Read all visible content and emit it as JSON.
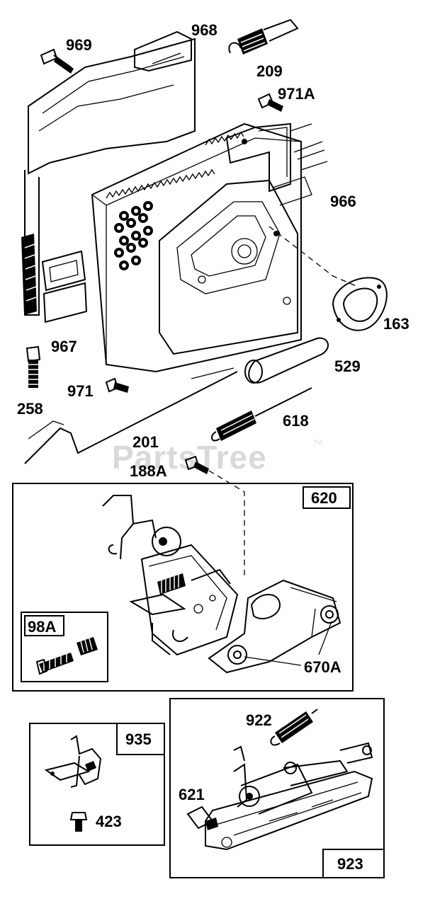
{
  "watermark": {
    "text": "PartsTree",
    "trademark": "TM"
  },
  "callouts": {
    "c969": "969",
    "c968": "968",
    "c209": "209",
    "c971A": "971A",
    "c966": "966",
    "c163": "163",
    "c967": "967",
    "c529": "529",
    "c258": "258",
    "c971": "971",
    "c618": "618",
    "c201": "201",
    "c188A": "188A",
    "c670A": "670A",
    "c922": "922",
    "c621": "621",
    "c423": "423"
  },
  "boxes": {
    "b620": "620",
    "b98A": "98A",
    "b935": "935",
    "b923": "923"
  }
}
